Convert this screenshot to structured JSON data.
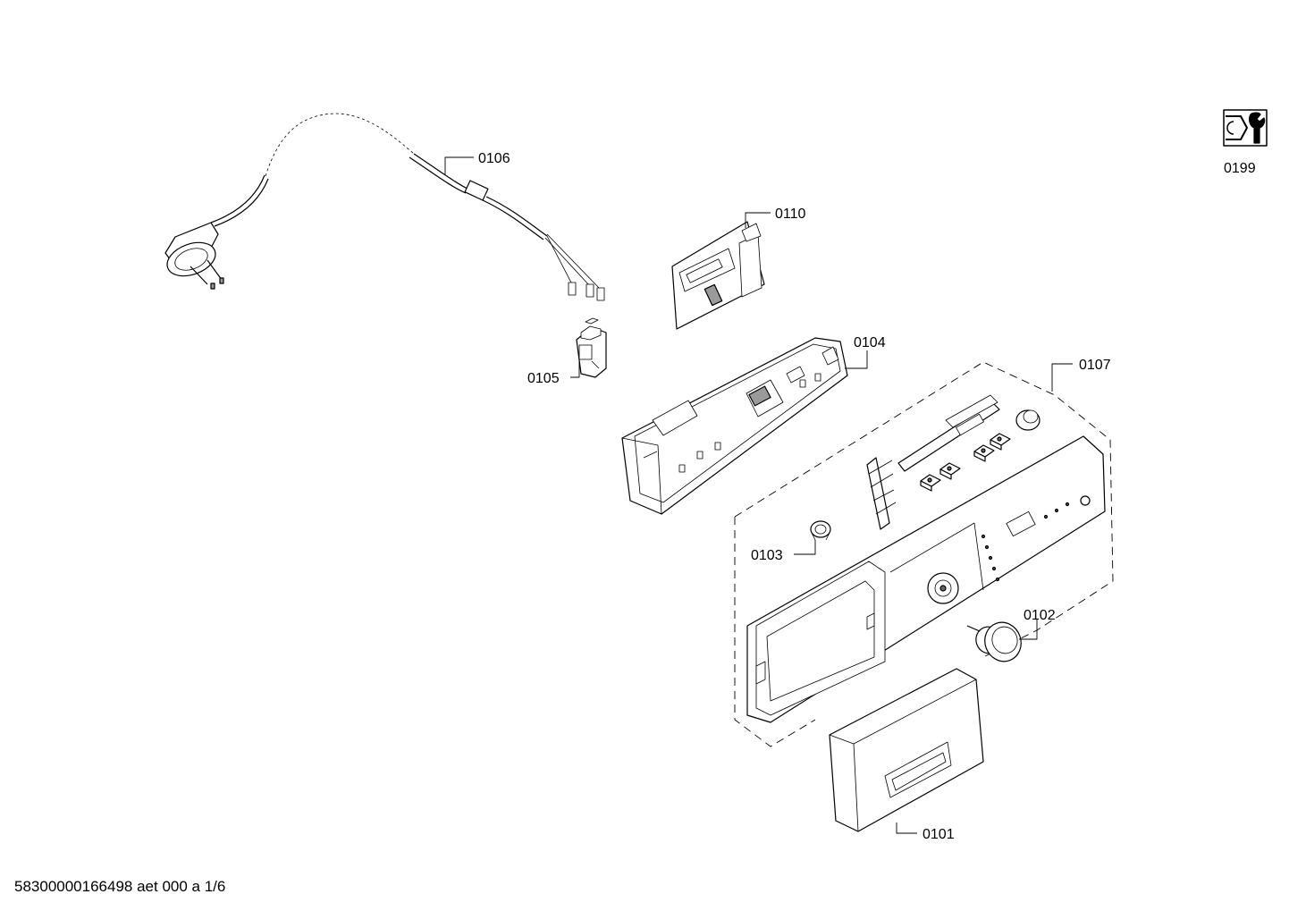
{
  "labels": {
    "p0101": "0101",
    "p0102": "0102",
    "p0103": "0103",
    "p0104": "0104",
    "p0105": "0105",
    "p0106": "0106",
    "p0107": "0107",
    "p0110": "0110",
    "p0199": "0199"
  },
  "footer": {
    "doc_id": "58300000166498 aet 000 a 1/6"
  },
  "icons": {
    "service_tool": "wrench-icon"
  }
}
